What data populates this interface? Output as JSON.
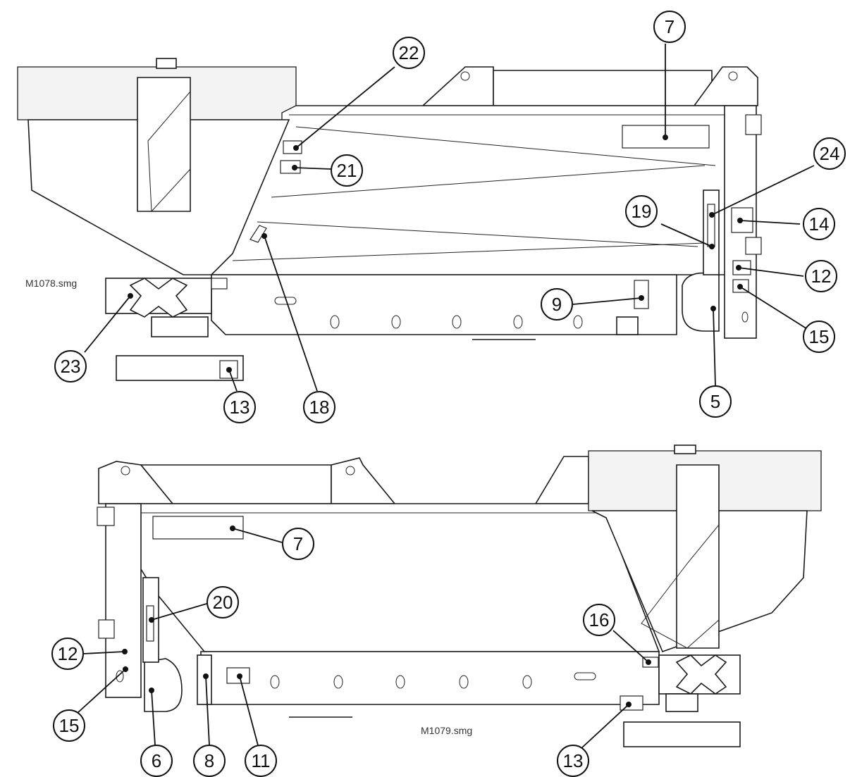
{
  "figures": [
    {
      "label": "M1078.smg",
      "callouts": [
        "7",
        "22",
        "21",
        "24",
        "19",
        "14",
        "12",
        "15",
        "9",
        "5",
        "23",
        "13",
        "18"
      ]
    },
    {
      "label": "M1079.smg",
      "callouts": [
        "7",
        "20",
        "16",
        "12",
        "15",
        "6",
        "8",
        "11",
        "13"
      ]
    }
  ]
}
